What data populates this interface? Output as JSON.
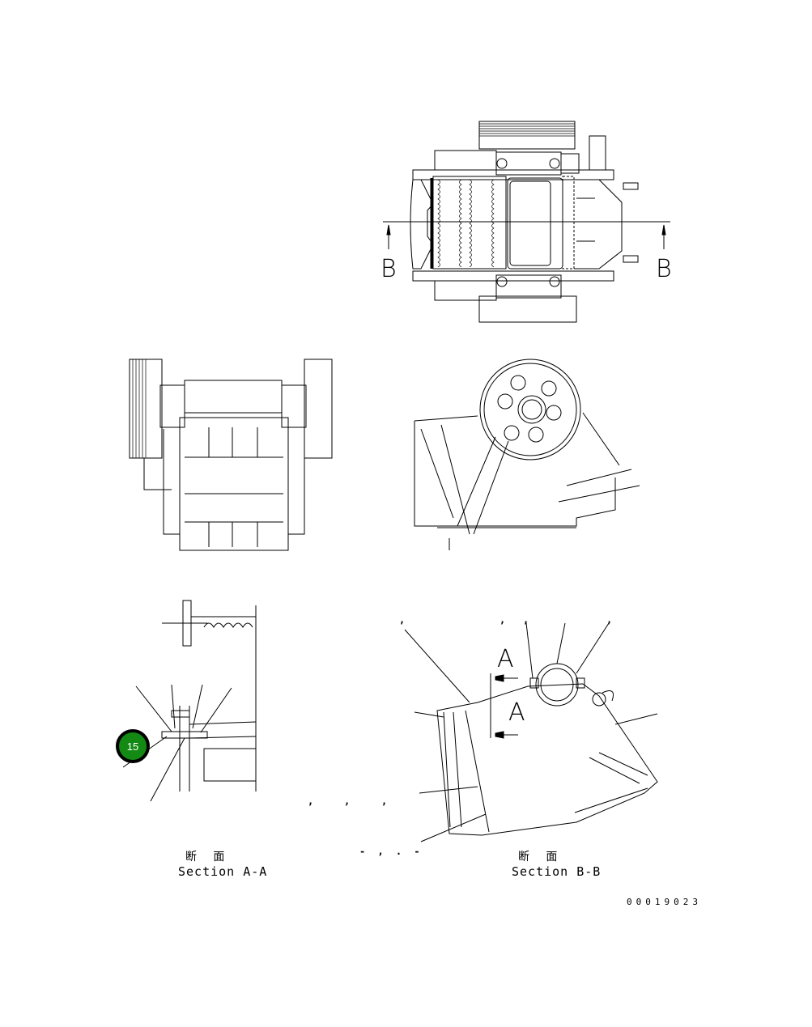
{
  "diagram": {
    "section_markers": {
      "b_left": "B",
      "b_right": "B",
      "a_upper": "A",
      "a_lower": "A"
    },
    "captions": {
      "section_aa_jp": "断 面",
      "section_aa_en": "Section A-A",
      "section_bb_jp": "断 面",
      "section_bb_en": "Section B-B"
    },
    "callouts": [
      {
        "number": "15",
        "color": "#138a13"
      }
    ],
    "stray_marks": {
      "comma": ",",
      "dot_dash": "- , . -"
    },
    "document_number": "00019023"
  }
}
